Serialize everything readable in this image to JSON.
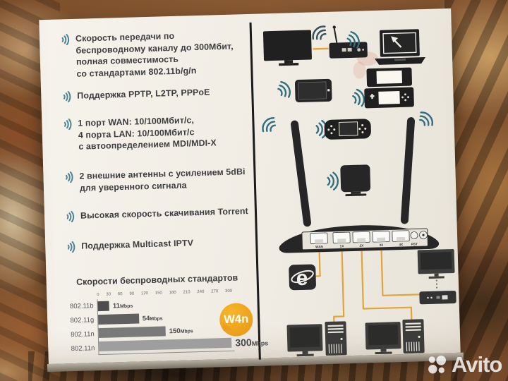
{
  "watermark": {
    "brand": "Avito"
  },
  "panel": {
    "features": [
      "Скорость передачи по\nбеспроводному каналу до 300Мбит,\nполная совместимость\nсо стандартами 802.11b/g/n",
      "Поддержка PPTP, L2TP, PPPoE",
      "1 порт WAN: 10/100Мбит/с,\n4 порта LAN: 10/100Мбит/с\nс автоопределением MDI/MDI-X",
      "2 внешние антенны с усилением 5dBi\nдля уверенного сигнала",
      "Высокая скорость скачивания Torrent",
      "Поддержка Multicast IPTV"
    ],
    "badge": "W4n"
  },
  "chart_data": {
    "type": "bar",
    "orientation": "horizontal",
    "title": "Скорости беспроводных стандартов",
    "categories": [
      "802.11b",
      "802.11g",
      "802.11n",
      "802.11n"
    ],
    "values": [
      11,
      54,
      150,
      300
    ],
    "unit": "Mbps",
    "x_ticks": [
      "0",
      "30",
      "60",
      "90",
      "120",
      "150",
      "180",
      "210",
      "240",
      "270",
      "300"
    ],
    "xlim": [
      0,
      300
    ],
    "grid": false,
    "bar_colors": [
      "#4d4d4d",
      "#606060",
      "#7a7a7a",
      "#9e9e9e"
    ],
    "display_width_pct": [
      8.5,
      30,
      49.5,
      98
    ]
  },
  "diagram": {
    "router": {
      "ports": [
        "WAN",
        "1X",
        "2X",
        "3X",
        "4X"
      ],
      "reset_label": "RST"
    },
    "devices": [
      "tv",
      "media-player",
      "laptop",
      "tablet",
      "handheld-console-ds",
      "handheld-console-psp",
      "wireless-adapter",
      "router",
      "internet-globe",
      "monitor",
      "media-box",
      "desktop-pc",
      "desktop-pc"
    ],
    "cable_color": "#e2a23c",
    "wifi_color": "#2f6f80",
    "badge_color": "#efa11c"
  }
}
